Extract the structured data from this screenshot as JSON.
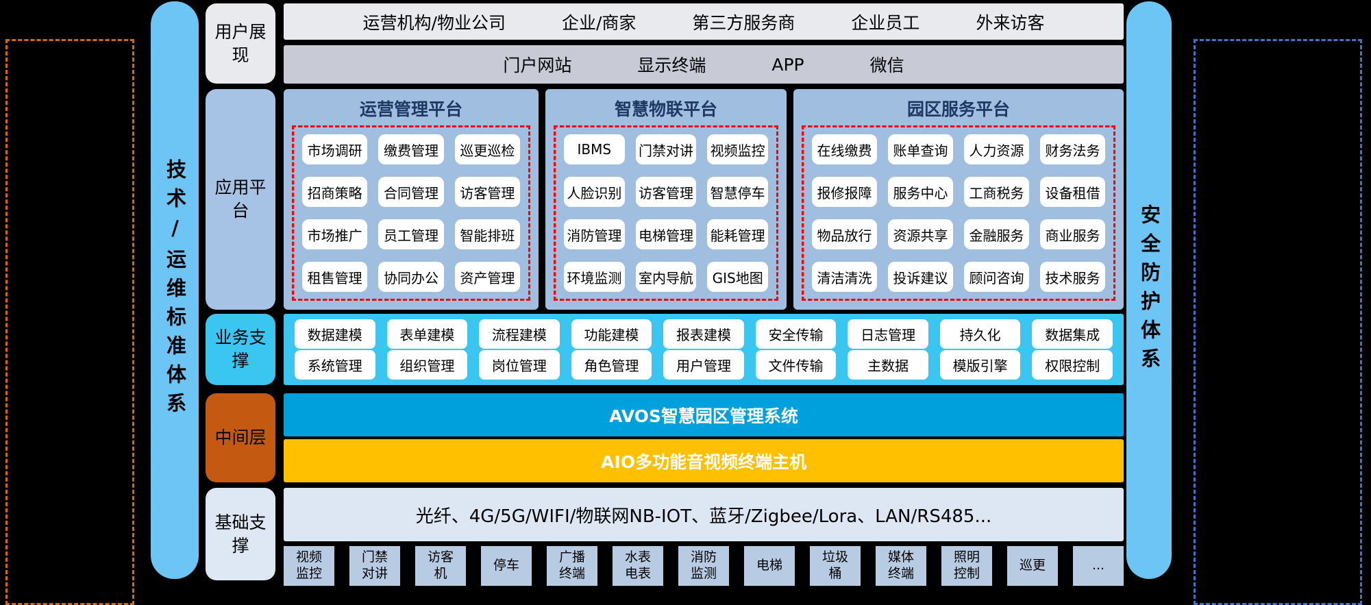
{
  "colors": {
    "background": "#000000",
    "side_pill": "#6CC5F5",
    "user_roles_bg": "#E8EAED",
    "user_channels_bg": "#C8CBD6",
    "app_label_bg": "#A6C3E6",
    "platform_panel_bg": "#A0BFE0",
    "platform_title_color": "#1F3864",
    "module_dashed_border": "#FF0000",
    "business_band_bg": "#3BC6F2",
    "middleware_label_bg": "#C45911",
    "avos_bar_bg": "#00A0DC",
    "aio_bar_bg": "#FFC000",
    "network_bar_bg": "#DDE6F3",
    "device_box_bg": "#B7CBE3",
    "left_dashed_border": "#D2690F",
    "right_dashed_border": "#4472C4"
  },
  "left_sidebar": {
    "label": "技术/运维标准体系"
  },
  "right_sidebar": {
    "label": "安全防护体系"
  },
  "row_labels": {
    "user": "用户展现",
    "app": "应用平台",
    "business": "业务支撑",
    "middleware": "中间层",
    "infrastructure": "基础支撑"
  },
  "user_layer": {
    "roles": [
      "运营机构/物业公司",
      "企业/商家",
      "第三方服务商",
      "企业员工",
      "外来访客"
    ],
    "channels": [
      "门户网站",
      "显示终端",
      "APP",
      "微信"
    ]
  },
  "platforms": [
    {
      "title": "运营管理平台",
      "items": [
        "市场调研",
        "缴费管理",
        "巡更巡检",
        "招商策略",
        "合同管理",
        "访客管理",
        "市场推广",
        "员工管理",
        "智能排班",
        "租售管理",
        "协同办公",
        "资产管理"
      ]
    },
    {
      "title": "智慧物联平台",
      "items": [
        "IBMS",
        "门禁对讲",
        "视频监控",
        "人脸识别",
        "访客管理",
        "智慧停车",
        "消防管理",
        "电梯管理",
        "能耗管理",
        "环境监测",
        "室内导航",
        "GIS地图"
      ]
    },
    {
      "title": "园区服务平台",
      "items": [
        "在线缴费",
        "账单查询",
        "人力资源",
        "财务法务",
        "报修报障",
        "服务中心",
        "工商税务",
        "设备租借",
        "物品放行",
        "资源共享",
        "金融服务",
        "商业服务",
        "清洁清洗",
        "投诉建议",
        "顾问咨询",
        "技术服务"
      ]
    }
  ],
  "business_support": {
    "rows": [
      [
        "数据建模",
        "表单建模",
        "流程建模",
        "功能建模",
        "报表建模",
        "安全传输",
        "日志管理",
        "持久化",
        "数据集成"
      ],
      [
        "系统管理",
        "组织管理",
        "岗位管理",
        "角色管理",
        "用户管理",
        "文件传输",
        "主数据",
        "模版引擎",
        "权限控制"
      ]
    ]
  },
  "middleware": {
    "bars": [
      {
        "label": "AVOS智慧园区管理系统"
      },
      {
        "label": "AIO多功能音视频终端主机"
      }
    ]
  },
  "infrastructure": {
    "network": "光纤、4G/5G/WIFI/物联网NB-IOT、蓝牙/Zigbee/Lora、LAN/RS485...",
    "devices": [
      "视频监控",
      "门禁对讲",
      "访客机",
      "停车",
      "广播终端",
      "水表电表",
      "消防监测",
      "电梯",
      "垃圾桶",
      "媒体终端",
      "照明控制",
      "巡更",
      "..."
    ]
  }
}
